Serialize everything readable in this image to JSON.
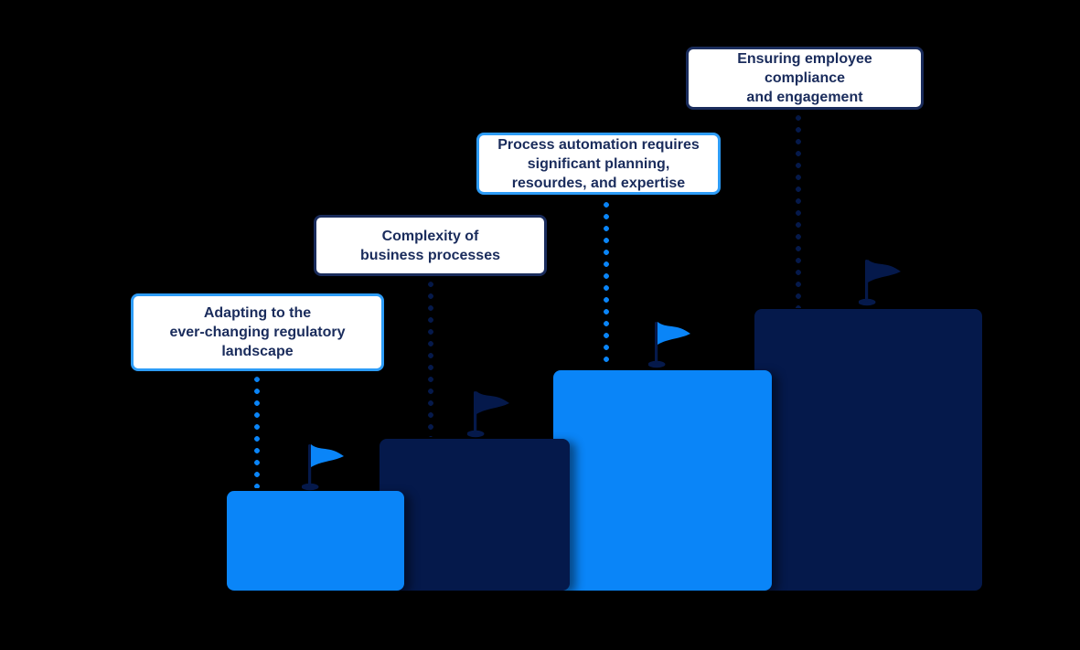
{
  "diagram": {
    "background": "#000000",
    "colors": {
      "bright_blue": "#0A85F8",
      "dark_navy": "#05194B",
      "callout_border_blue": "#2D9CF7",
      "callout_border_navy": "#1A2C5C",
      "text_navy": "#1A2C5C",
      "callout_bg": "#FFFFFF"
    },
    "challenges": [
      {
        "id": "adapting-regulatory",
        "accent": "blue",
        "lines": [
          "Adapting to the",
          "ever-changing regulatory",
          "landscape"
        ]
      },
      {
        "id": "complexity-processes",
        "accent": "navy",
        "lines": [
          "Complexity of",
          "business processes"
        ]
      },
      {
        "id": "process-automation",
        "accent": "blue",
        "lines": [
          "Process automation requires",
          "significant planning,",
          "resourdes, and expertise"
        ]
      },
      {
        "id": "employee-compliance",
        "accent": "navy",
        "lines": [
          "Ensuring employee",
          "compliance",
          "and engagement"
        ]
      }
    ]
  }
}
